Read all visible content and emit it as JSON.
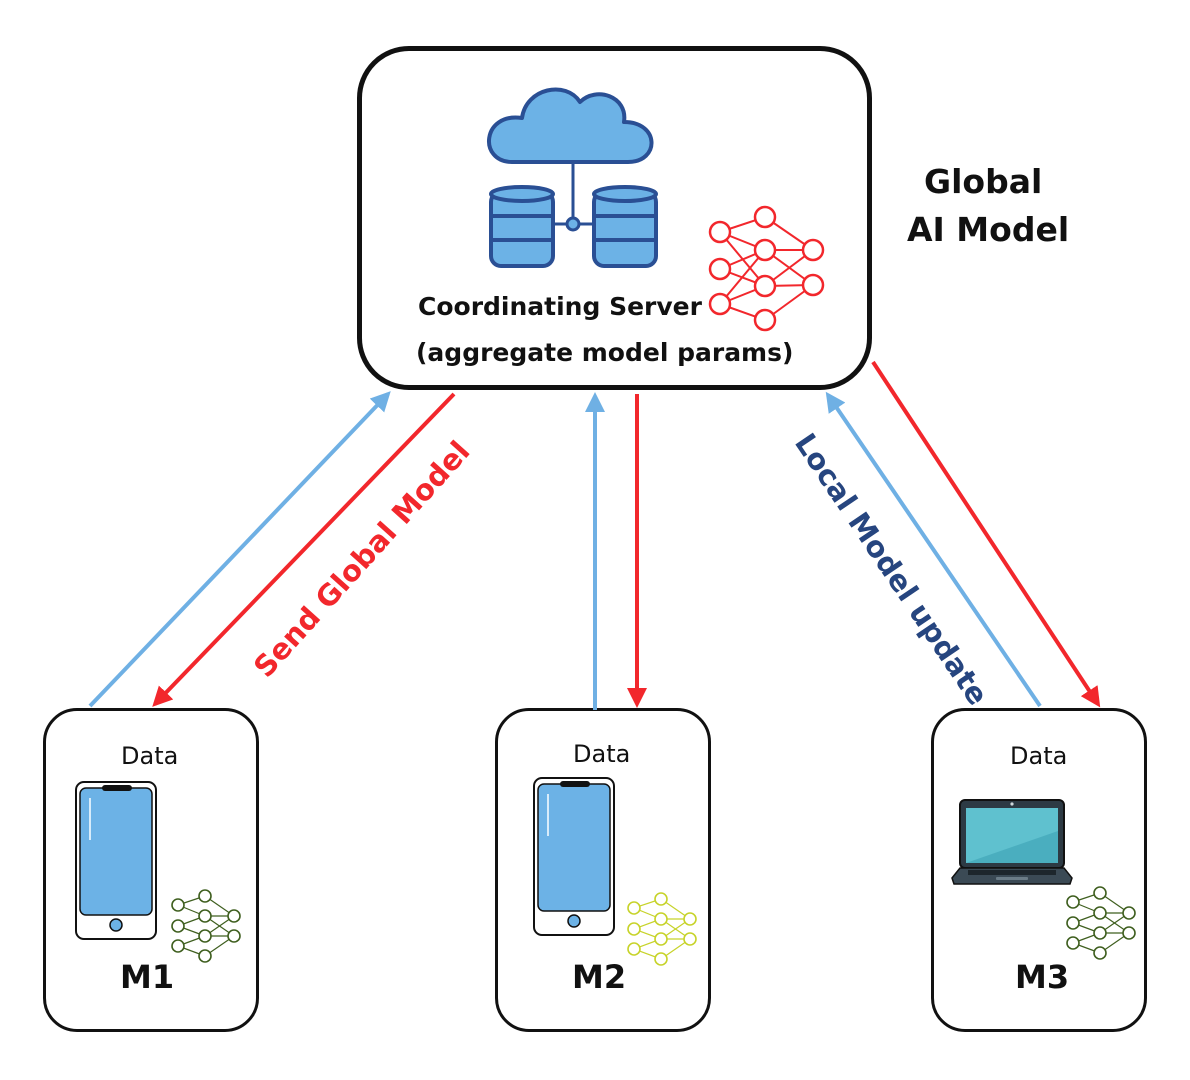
{
  "server": {
    "title": "Coordinating Server",
    "subtitle": "(aggregate model params)"
  },
  "global_model": {
    "line1": "Global",
    "line2": "AI Model"
  },
  "arrows": {
    "send_label": "Send Global Model",
    "update_label": "Local Model update",
    "send_color": "#f2272c",
    "update_color": "#6fb0e4",
    "update_text_color": "#26457f"
  },
  "devices": [
    {
      "name": "M1",
      "data_label": "Data",
      "device_icon": "smartphone-icon",
      "network_color": "#3f5f1f"
    },
    {
      "name": "M2",
      "data_label": "Data",
      "device_icon": "smartphone-icon",
      "network_color": "#c7d32a"
    },
    {
      "name": "M3",
      "data_label": "Data",
      "device_icon": "laptop-icon",
      "network_color": "#3f5f1f"
    }
  ],
  "icons": {
    "cloud": "cloud-database-icon",
    "network": "neural-network-icon",
    "server_network_color": "#f2272c"
  }
}
